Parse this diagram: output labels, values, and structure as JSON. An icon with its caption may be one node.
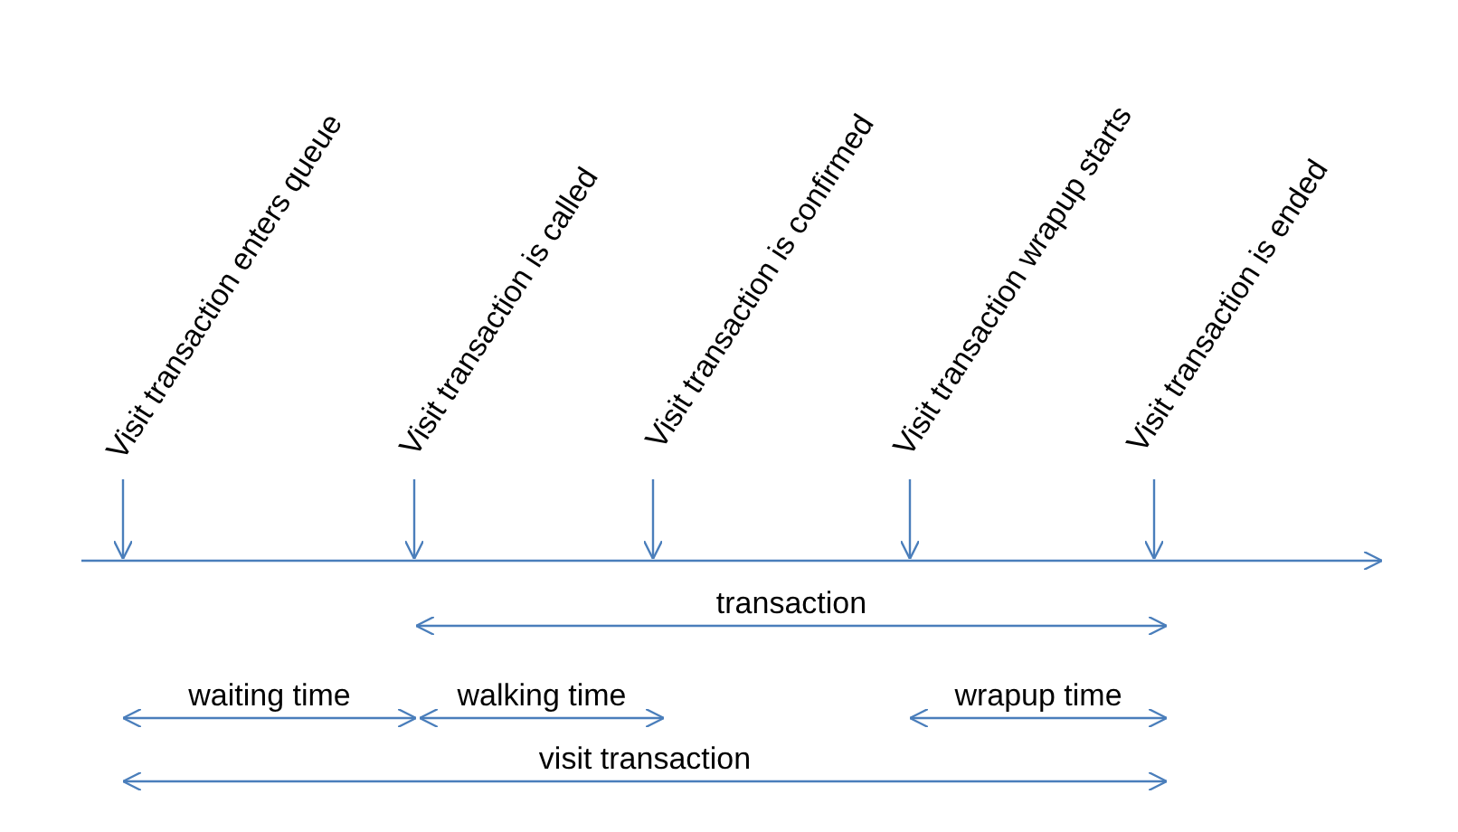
{
  "diagram": {
    "nodes": [
      {
        "text": [
          "Visit transaction enters queue"
        ]
      },
      {
        "text": [
          "Visit transaction is called"
        ]
      },
      {
        "text": [
          "Visit transaction is confirmed"
        ]
      },
      {
        "text": [
          "Visit transaction wrapup starts"
        ]
      },
      {
        "text": [
          "Visit transaction is ended"
        ]
      }
    ],
    "edges": [
      {
        "from": 0,
        "to": null,
        "arrow": "to"
      },
      {
        "from": 1,
        "to": null,
        "arrow": "to"
      },
      {
        "from": 2,
        "to": null,
        "arrow": "to"
      },
      {
        "from": 3,
        "to": null,
        "arrow": "to"
      },
      {
        "from": 4,
        "to": null,
        "arrow": "to"
      }
    ],
    "labels": [
      "transaction",
      "waiting time",
      "walking time",
      "wrapup time",
      "visit transaction"
    ]
  }
}
